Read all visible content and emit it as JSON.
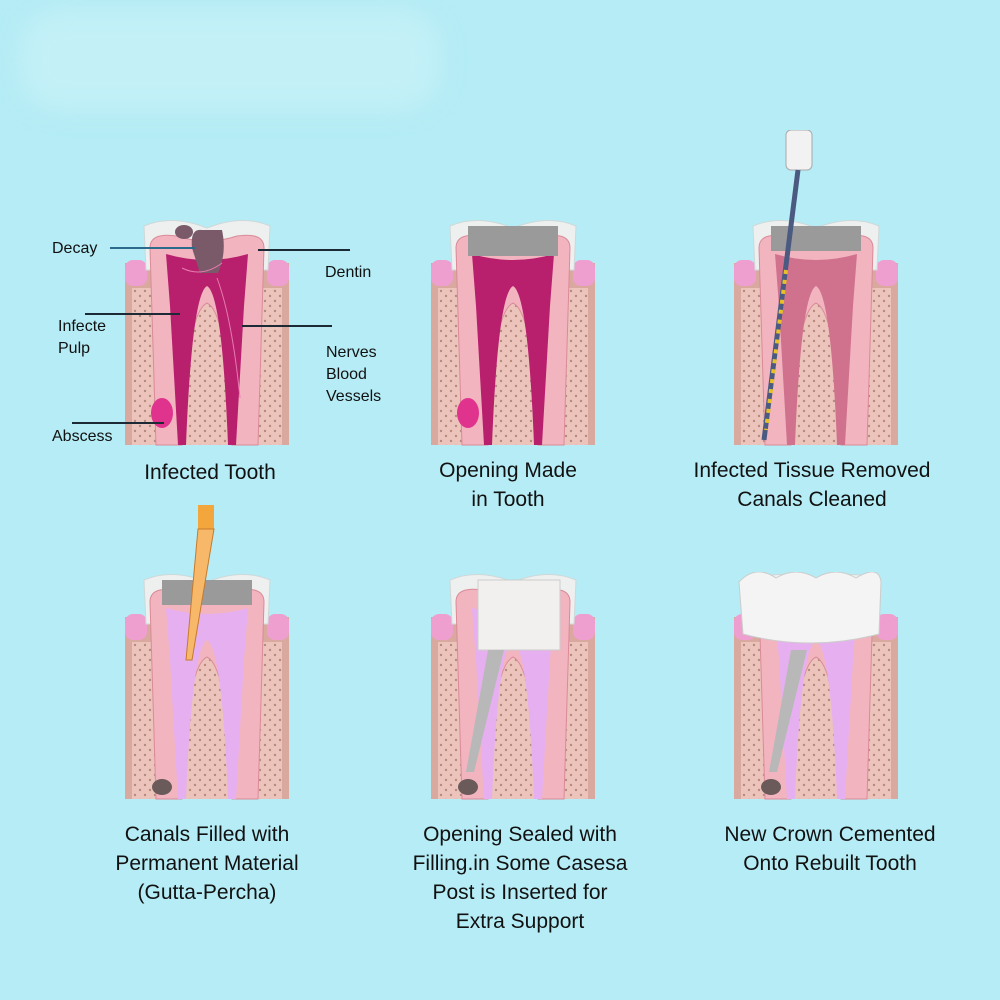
{
  "panels": [
    {
      "id": "infected",
      "caption": [
        "Infected Tooth"
      ]
    },
    {
      "id": "opening",
      "caption": [
        "Opening Made",
        "in Tooth"
      ]
    },
    {
      "id": "cleaned",
      "caption": [
        "Infected Tissue Removed",
        "Canals Cleaned"
      ]
    },
    {
      "id": "filled",
      "caption": [
        "Canals Filled with",
        "Permanent Material",
        "(Gutta-Percha)"
      ]
    },
    {
      "id": "sealed",
      "caption": [
        "Opening Sealed with",
        "Filling.in Some Casesa",
        "Post is Inserted for",
        "Extra Support"
      ]
    },
    {
      "id": "crown",
      "caption": [
        "New Crown Cemented",
        "Onto Rebuilt Tooth"
      ]
    }
  ],
  "labels": {
    "decay": "Decay",
    "dentin": "Dentin",
    "pulp": [
      "Infecte",
      "Pulp"
    ],
    "nerves": [
      "Nerves",
      "Blood",
      "Vessels"
    ],
    "abscess": "Abscess"
  },
  "colors": {
    "background": "#b5ecf5",
    "pulp": "#b8206e",
    "dentin": "#f2b4bf",
    "bone": "#e7b8ae",
    "gum": "#ef9fcf",
    "filling": "#e6b0f0"
  }
}
